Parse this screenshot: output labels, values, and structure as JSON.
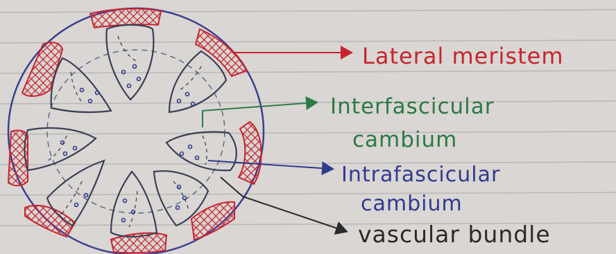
{
  "labels": {
    "lateral_meristem": "Lateral meristem",
    "interfascicular_line1": "Interfascicular",
    "interfascicular_line2": "cambium",
    "intrafascicular_line1": "Intrafascicular",
    "intrafascicular_line2": "cambium",
    "vascular_bundle": "vascular bundle"
  },
  "colors": {
    "paper": "#d9d6d3",
    "ruled_line": "#b9b6b8",
    "stem_outline": "#3a3f8f",
    "meristem_red": "#c8242e",
    "label_red": "#c8242e",
    "label_green": "#2d7a45",
    "label_blue": "#2f3a8f",
    "label_black": "#2a2a2a",
    "bundle_ink": "#3b3f55",
    "bundle_dots": "#2f3a8f"
  }
}
